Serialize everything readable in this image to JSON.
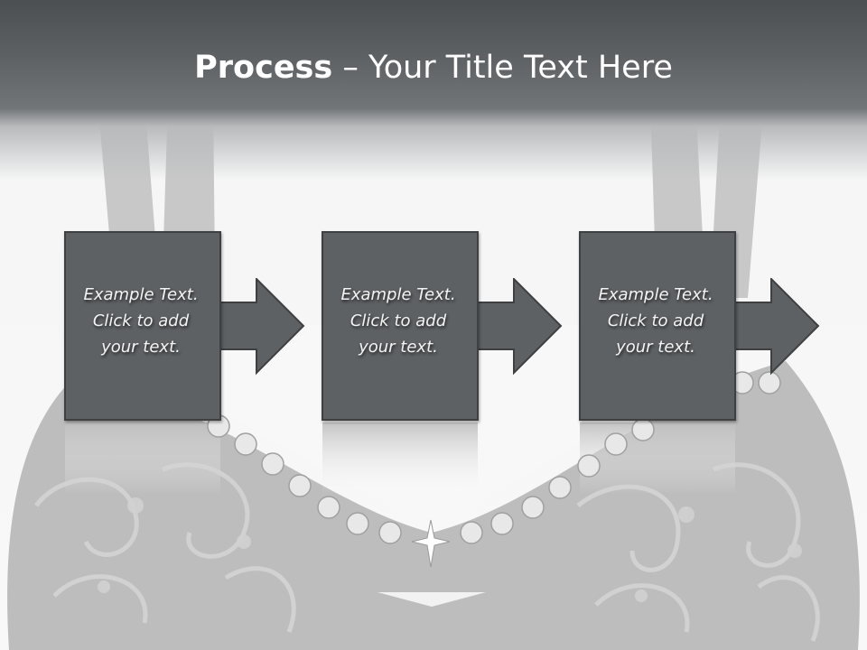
{
  "title": {
    "bold": "Process",
    "rest": " – Your Title Text Here"
  },
  "steps": [
    {
      "line1": "Example Text.",
      "line2": "Click  to add",
      "line3": "your text."
    },
    {
      "line1": "Example Text.",
      "line2": "Click  to add",
      "line3": "your text."
    },
    {
      "line1": "Example Text.",
      "line2": "Click  to add",
      "line3": "your text."
    }
  ]
}
